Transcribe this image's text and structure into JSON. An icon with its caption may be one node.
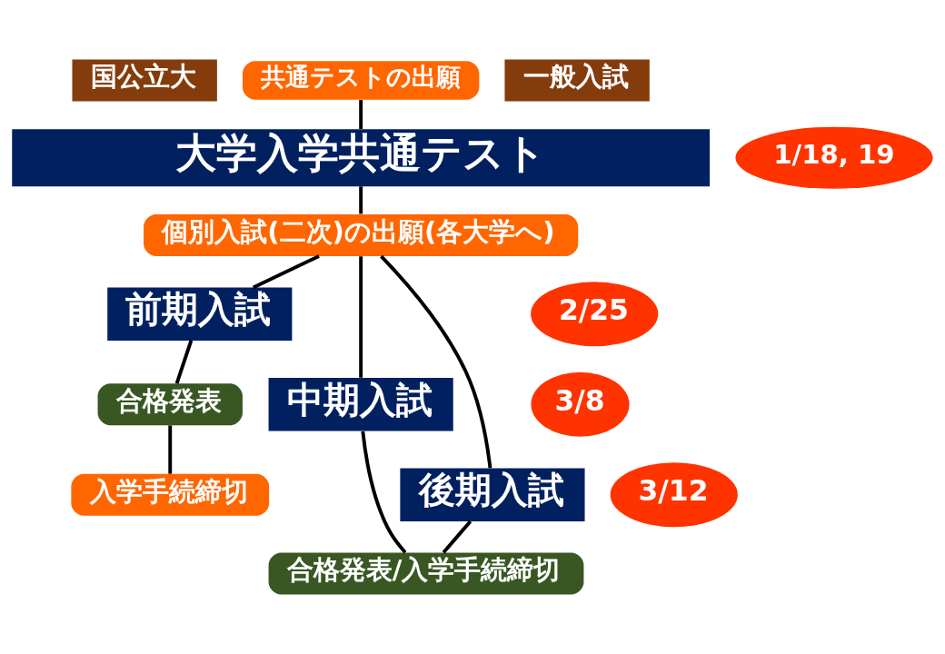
{
  "diagram": {
    "nodes": [
      {
        "text": [
          "国公立大"
        ]
      },
      {
        "text": [
          "共通テストの出願"
        ]
      },
      {
        "text": [
          "一般入試"
        ]
      },
      {
        "text": [
          "1/18, 19"
        ]
      },
      {
        "text": [
          "大学入学共通テスト"
        ]
      },
      {
        "text": [
          "個別入試(二次)の出願(各大学へ)"
        ]
      },
      {
        "text": [
          "前期入試"
        ]
      },
      {
        "text": [
          "2/25"
        ]
      },
      {
        "text": [
          "3/8"
        ]
      },
      {
        "text": [
          "中期入試"
        ]
      },
      {
        "text": [
          "3/12"
        ]
      },
      {
        "text": [
          "合格発表"
        ]
      },
      {
        "text": [
          "後期入試"
        ]
      },
      {
        "text": [
          "入学手続締切"
        ]
      },
      {
        "text": [
          "合格発表/入学手続締切"
        ]
      }
    ],
    "edges": [
      {
        "from": 1,
        "to": 4,
        "arrow": "none"
      },
      {
        "from": 4,
        "to": 5,
        "arrow": "none"
      },
      {
        "from": 5,
        "to": 6,
        "arrow": "none"
      },
      {
        "from": 5,
        "to": 9,
        "arrow": "none"
      },
      {
        "from": 5,
        "to": 12,
        "arrow": "none"
      },
      {
        "from": 6,
        "to": 11,
        "arrow": "none"
      },
      {
        "from": 11,
        "to": 13,
        "arrow": "none"
      },
      {
        "from": 9,
        "to": 14,
        "arrow": "none"
      },
      {
        "from": 12,
        "to": 14,
        "arrow": "none"
      }
    ]
  }
}
